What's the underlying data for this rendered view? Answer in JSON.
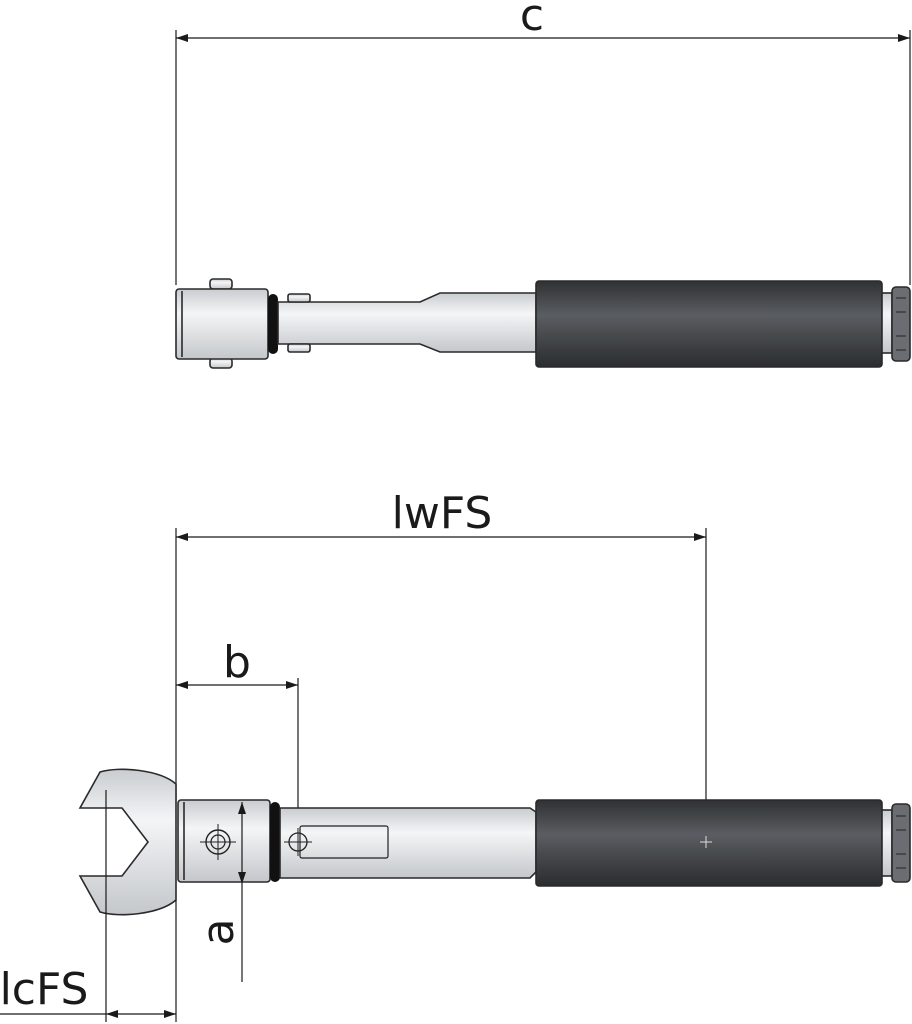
{
  "labels": {
    "c": "c",
    "lwFS": "lwFS",
    "b": "b",
    "a": "a",
    "lcFS": "lcFS"
  },
  "colors": {
    "metal": "#e2e4e6",
    "metal_light": "#f2f3f4",
    "grip": "#4a4d51",
    "grip_dark": "#2f3134",
    "ring": "#111111",
    "line": "#1a1a1a"
  }
}
